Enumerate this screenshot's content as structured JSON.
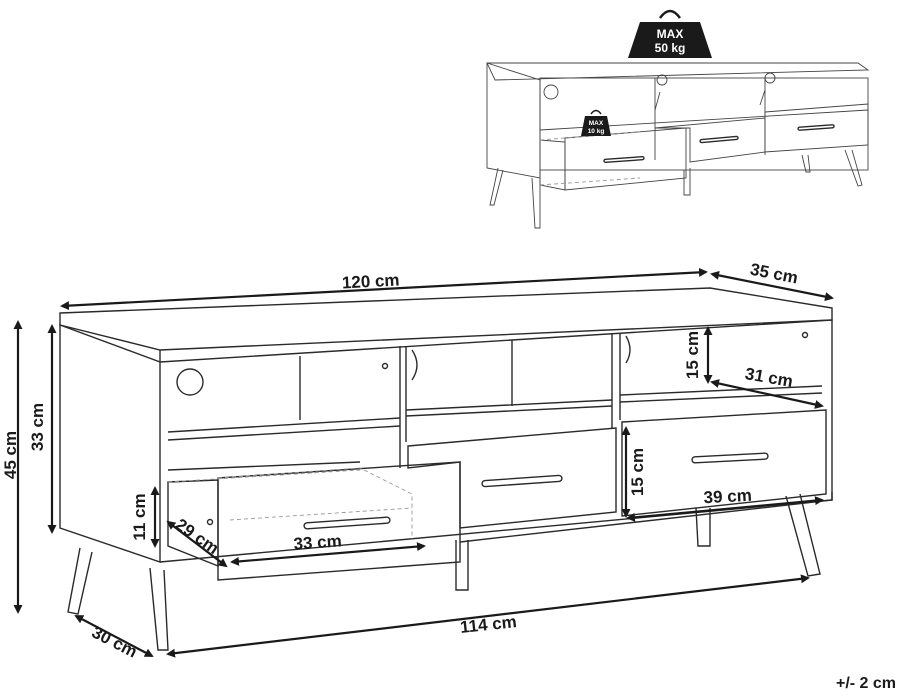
{
  "diagram": {
    "weight_badge_large": {
      "line1": "MAX",
      "line2": "50 kg"
    },
    "weight_badge_small": {
      "line1": "MAX",
      "line2": "10 kg"
    },
    "dimensions": {
      "total_width": "120 cm",
      "depth": "35 cm",
      "total_height": "45 cm",
      "body_height": "33 cm",
      "shelf_height": "15 cm",
      "shelf_depth": "31 cm",
      "drawer_height": "15 cm",
      "drawer_width": "39 cm",
      "inner_drawer_height": "11 cm",
      "inner_drawer_depth": "29 cm",
      "inner_drawer_width": "33 cm",
      "leg_span_width": "114 cm",
      "leg_span_depth": "30 cm"
    },
    "tolerance": "+/- 2 cm"
  }
}
